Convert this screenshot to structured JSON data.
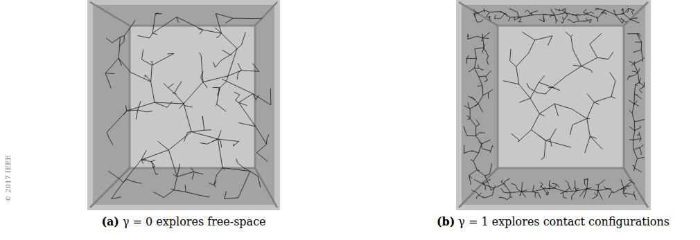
{
  "diagram": {
    "labels": [
      "© 2017 IEEE",
      "(a)",
      "γ = 0 explores free-space",
      "(b)",
      "γ = 1 explores contact configurations"
    ]
  }
}
